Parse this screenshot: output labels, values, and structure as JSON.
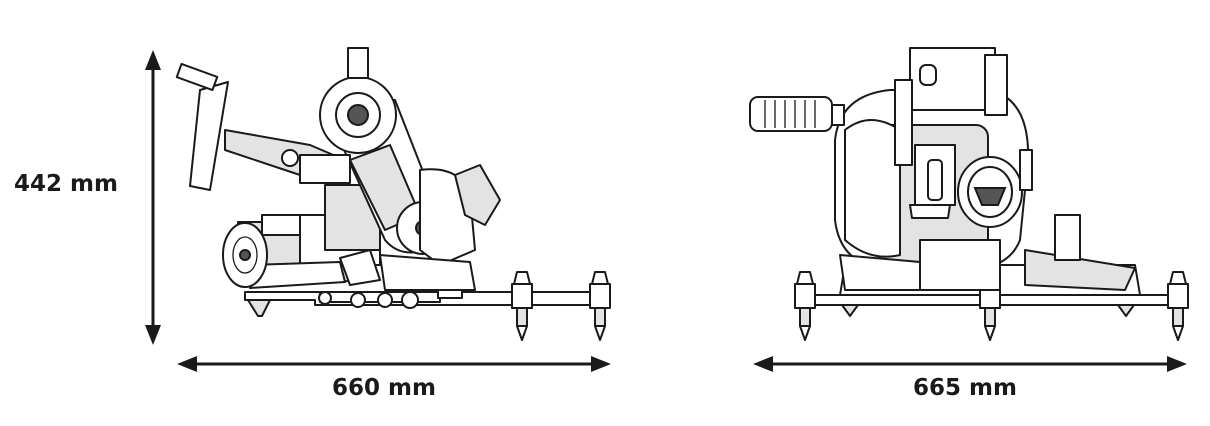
{
  "dimensions": {
    "height": "442 mm",
    "depth": "660 mm",
    "width": "665 mm"
  },
  "colors": {
    "line": "#1a1a1a",
    "shade": "#e3e3e3",
    "background": "#ffffff"
  }
}
